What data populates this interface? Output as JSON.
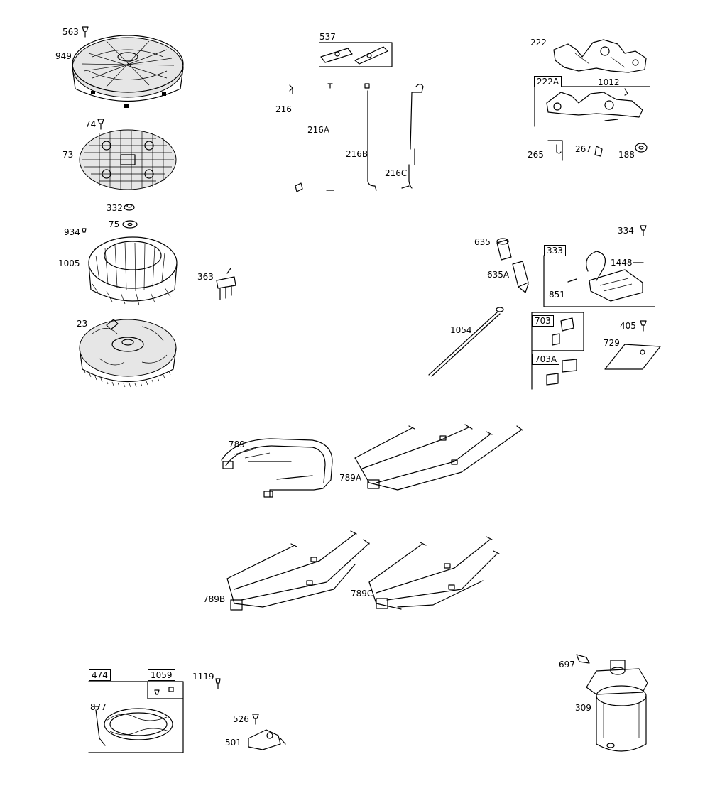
{
  "diagram": {
    "labels": [
      "563",
      "949",
      "74",
      "73",
      "332",
      "75",
      "934",
      "1005",
      "363",
      "23",
      "537",
      "216",
      "216A",
      "216B",
      "216C",
      "222",
      "1012",
      "265",
      "267",
      "188",
      "635",
      "635A",
      "1054",
      "334",
      "1448",
      "851",
      "405",
      "729",
      "789",
      "789A",
      "789B",
      "789C",
      "1119",
      "877",
      "526",
      "501",
      "697",
      "309"
    ],
    "boxed_labels": [
      "222A",
      "333",
      "703",
      "703A",
      "474",
      "1059"
    ]
  }
}
